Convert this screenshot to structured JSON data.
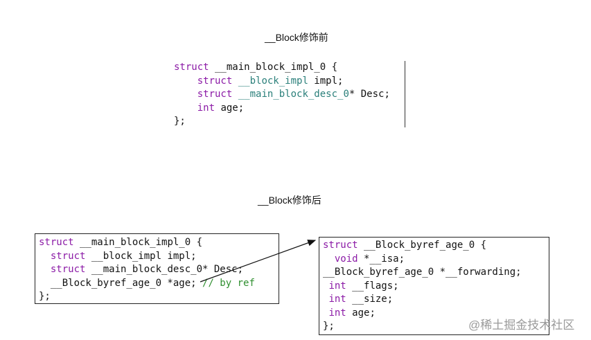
{
  "before": {
    "caption": "__Block修饰前",
    "lines": [
      [
        {
          "t": "struct",
          "c": "kw"
        },
        {
          "t": " __main_block_impl_0 {",
          "c": ""
        }
      ],
      [
        {
          "t": "    ",
          "c": ""
        },
        {
          "t": "struct",
          "c": "kw"
        },
        {
          "t": " __block_impl",
          "c": "ty"
        },
        {
          "t": " impl;",
          "c": ""
        }
      ],
      [
        {
          "t": "    ",
          "c": ""
        },
        {
          "t": "struct",
          "c": "kw"
        },
        {
          "t": " __main_block_desc_0",
          "c": "ty"
        },
        {
          "t": "* Desc;",
          "c": ""
        }
      ],
      [
        {
          "t": "    ",
          "c": ""
        },
        {
          "t": "int",
          "c": "kw"
        },
        {
          "t": " age;",
          "c": ""
        }
      ],
      [
        {
          "t": "};",
          "c": ""
        }
      ]
    ]
  },
  "after": {
    "caption": "__Block修饰后",
    "left_box": [
      [
        {
          "t": "struct",
          "c": "kw"
        },
        {
          "t": " __main_block_impl_0 {",
          "c": ""
        }
      ],
      [
        {
          "t": "  ",
          "c": ""
        },
        {
          "t": "struct",
          "c": "kw"
        },
        {
          "t": " __block_impl impl;",
          "c": ""
        }
      ],
      [
        {
          "t": "  ",
          "c": ""
        },
        {
          "t": "struct",
          "c": "kw"
        },
        {
          "t": " __main_block_desc_0* Desc;",
          "c": ""
        }
      ],
      [
        {
          "t": "  __Block_byref_age_0 *age; ",
          "c": ""
        },
        {
          "t": "// by ref",
          "c": "cm"
        }
      ],
      [
        {
          "t": "};",
          "c": ""
        }
      ]
    ],
    "right_box": [
      [
        {
          "t": "struct",
          "c": "kw"
        },
        {
          "t": " __Block_byref_age_0 {",
          "c": ""
        }
      ],
      [
        {
          "t": "  ",
          "c": ""
        },
        {
          "t": "void",
          "c": "kw"
        },
        {
          "t": " *__isa;",
          "c": ""
        }
      ],
      [
        {
          "t": "__Block_byref_age_0 *__forwarding;",
          "c": ""
        }
      ],
      [
        {
          "t": " ",
          "c": ""
        },
        {
          "t": "int",
          "c": "kw"
        },
        {
          "t": " __flags;",
          "c": ""
        }
      ],
      [
        {
          "t": " ",
          "c": ""
        },
        {
          "t": "int",
          "c": "kw"
        },
        {
          "t": " __size;",
          "c": ""
        }
      ],
      [
        {
          "t": " ",
          "c": ""
        },
        {
          "t": "int",
          "c": "kw"
        },
        {
          "t": " age;",
          "c": ""
        }
      ],
      [
        {
          "t": "};",
          "c": ""
        }
      ]
    ]
  },
  "watermark": "@稀土掘金技术社区",
  "colors": {
    "keyword": "#8b1aa6",
    "type": "#2a7f7a",
    "comment": "#2f8f2f"
  }
}
